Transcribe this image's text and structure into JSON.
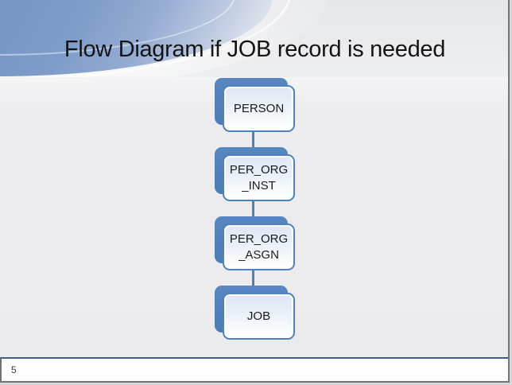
{
  "slide": {
    "title": "Flow Diagram if JOB record is needed",
    "page_number": "5"
  },
  "diagram": {
    "type": "flow",
    "direction": "top-to-bottom",
    "nodes": [
      {
        "label": "PERSON"
      },
      {
        "label": "PER_ORG\n_INST"
      },
      {
        "label": "PER_ORG\n_ASGN"
      },
      {
        "label": "JOB"
      }
    ],
    "edges": [
      {
        "from": "PERSON",
        "to": "PER_ORG_INST"
      },
      {
        "from": "PER_ORG_INST",
        "to": "PER_ORG_ASGN"
      },
      {
        "from": "PER_ORG_ASGN",
        "to": "JOB"
      }
    ]
  },
  "colors": {
    "accent_blue": "#4f81bd",
    "swoosh_blue": "#7b97c7",
    "footer_border_blue": "#3d5f84",
    "header_background": "#e9ebee",
    "body_background": "#ededef"
  }
}
